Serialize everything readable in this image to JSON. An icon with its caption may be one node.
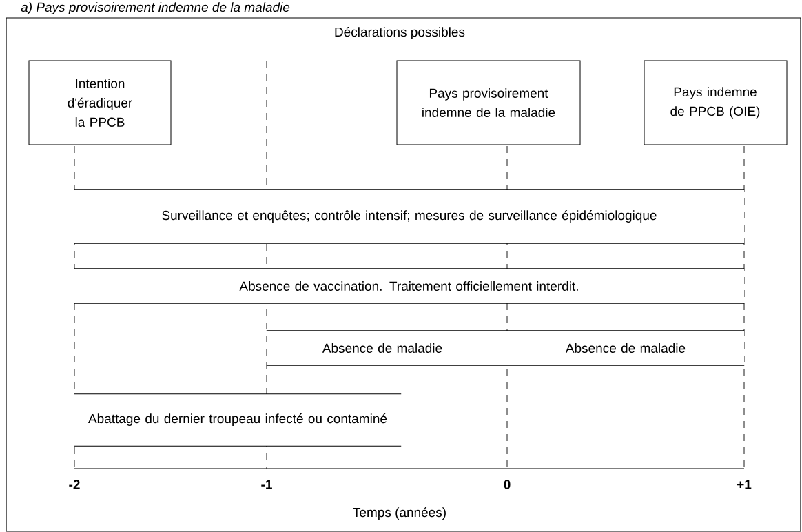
{
  "diagram": {
    "title": "a) Pays provisoirement indemne de la maladie",
    "nodes": [
      {
        "text": [
          "Intention d'éradiquer la PPCB"
        ]
      },
      {
        "text": [
          "Pays provisoirement indemne de la maladie"
        ]
      },
      {
        "text": [
          "Pays indemne de PPCB (OIE)"
        ]
      },
      {
        "text": [
          "Surveillance et enquêtes; contrôle intensif; mesures de surveillance épidémiologique"
        ]
      },
      {
        "text": [
          "Absence de vaccination. Traitement officiellement interdit."
        ]
      },
      {
        "text": [
          "Absence de maladie",
          "Absence de maladie"
        ]
      },
      {
        "text": [
          "Abattage du dernier troupeau infecté ou contaminé"
        ]
      }
    ],
    "labels": [
      "Déclarations possibles",
      "-2",
      "-1",
      "0",
      "+1",
      "Temps (années)"
    ]
  }
}
